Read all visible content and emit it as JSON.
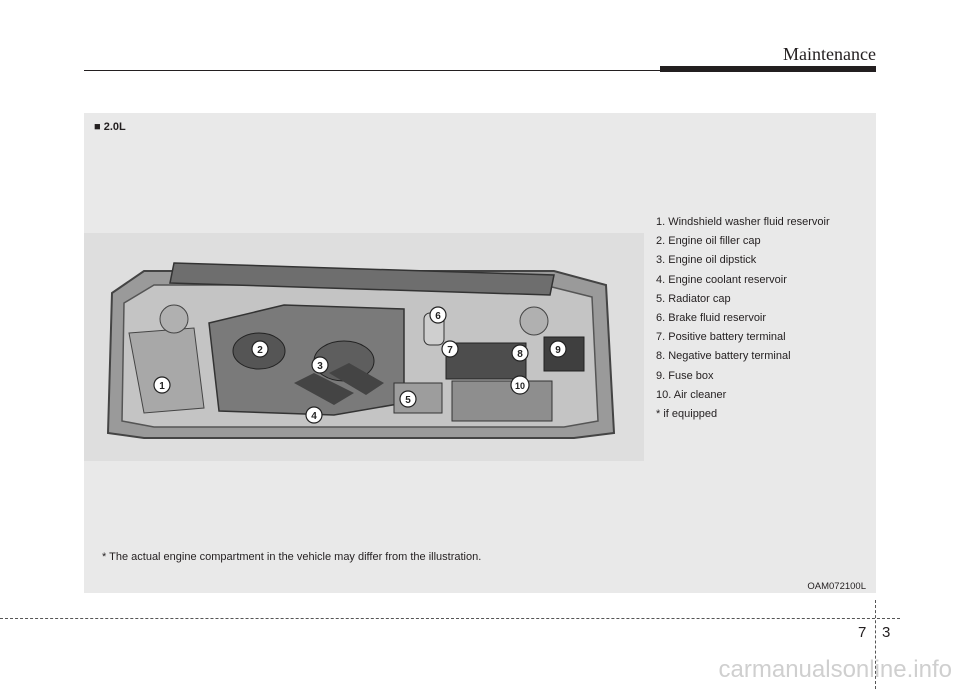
{
  "header": {
    "title": "Maintenance"
  },
  "section": {
    "label": "■ 2.0L"
  },
  "parts": [
    "1. Windshield washer fluid reservoir",
    "2. Engine oil filler cap",
    "3. Engine oil dipstick",
    "4. Engine coolant reservoir",
    "5. Radiator cap",
    "6. Brake fluid reservoir",
    "7. Positive battery terminal",
    "8. Negative battery terminal",
    "9. Fuse box",
    "10. Air cleaner",
    "* if equipped"
  ],
  "callouts": [
    "1",
    "2",
    "3",
    "4",
    "5",
    "6",
    "7",
    "8",
    "9",
    "10"
  ],
  "footnote": "* The actual engine compartment in the vehicle may differ from the illustration.",
  "figure_code": "OAM072100L",
  "page": {
    "chapter": "7",
    "page": "3"
  },
  "watermark": "carmanualsonline.info"
}
